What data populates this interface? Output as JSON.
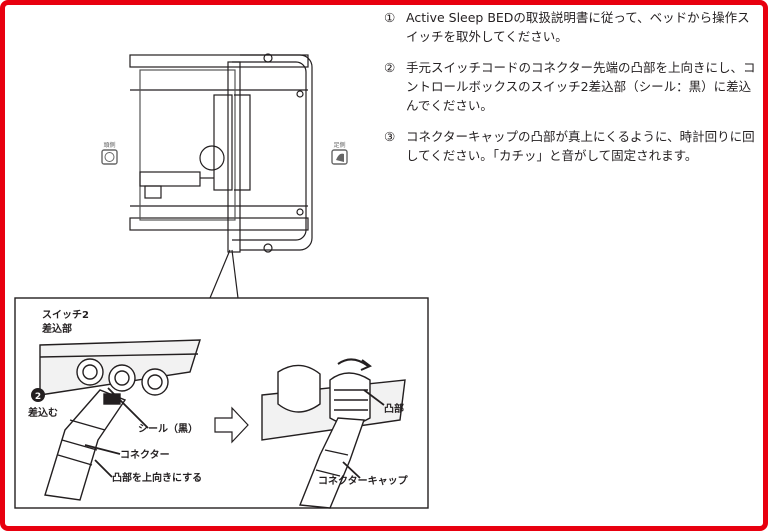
{
  "instructions": [
    {
      "num": "①",
      "text": "Active Sleep BEDの取扱説明書に従って、ベッドから操作スイッチを取外してください。"
    },
    {
      "num": "②",
      "text": "手元スイッチコードのコネクター先端の凸部を上向きにし、コントロールボックスのスイッチ2差込部（シール：黒）に差込んでください。"
    },
    {
      "num": "③",
      "text": "コネクターキャップの凸部が真上にくるように、時計回りに回してください。「カチッ」と音がして固定されます。"
    }
  ],
  "diagram": {
    "icon_left_label": "頭側",
    "icon_right_label": "足側"
  },
  "detail_left": {
    "switch_label_line1": "スイッチ2",
    "switch_label_line2": "差込部",
    "step_badge": "2",
    "insert_label": "差込む",
    "seal_label": "シール（黒）",
    "connector_label": "コネクター",
    "convex_up_label": "凸部を上向きにする"
  },
  "detail_right": {
    "convex_label": "凸部",
    "cap_label": "コネクターキャップ"
  },
  "colors": {
    "frame": "#e8000f",
    "line": "#231f20"
  }
}
